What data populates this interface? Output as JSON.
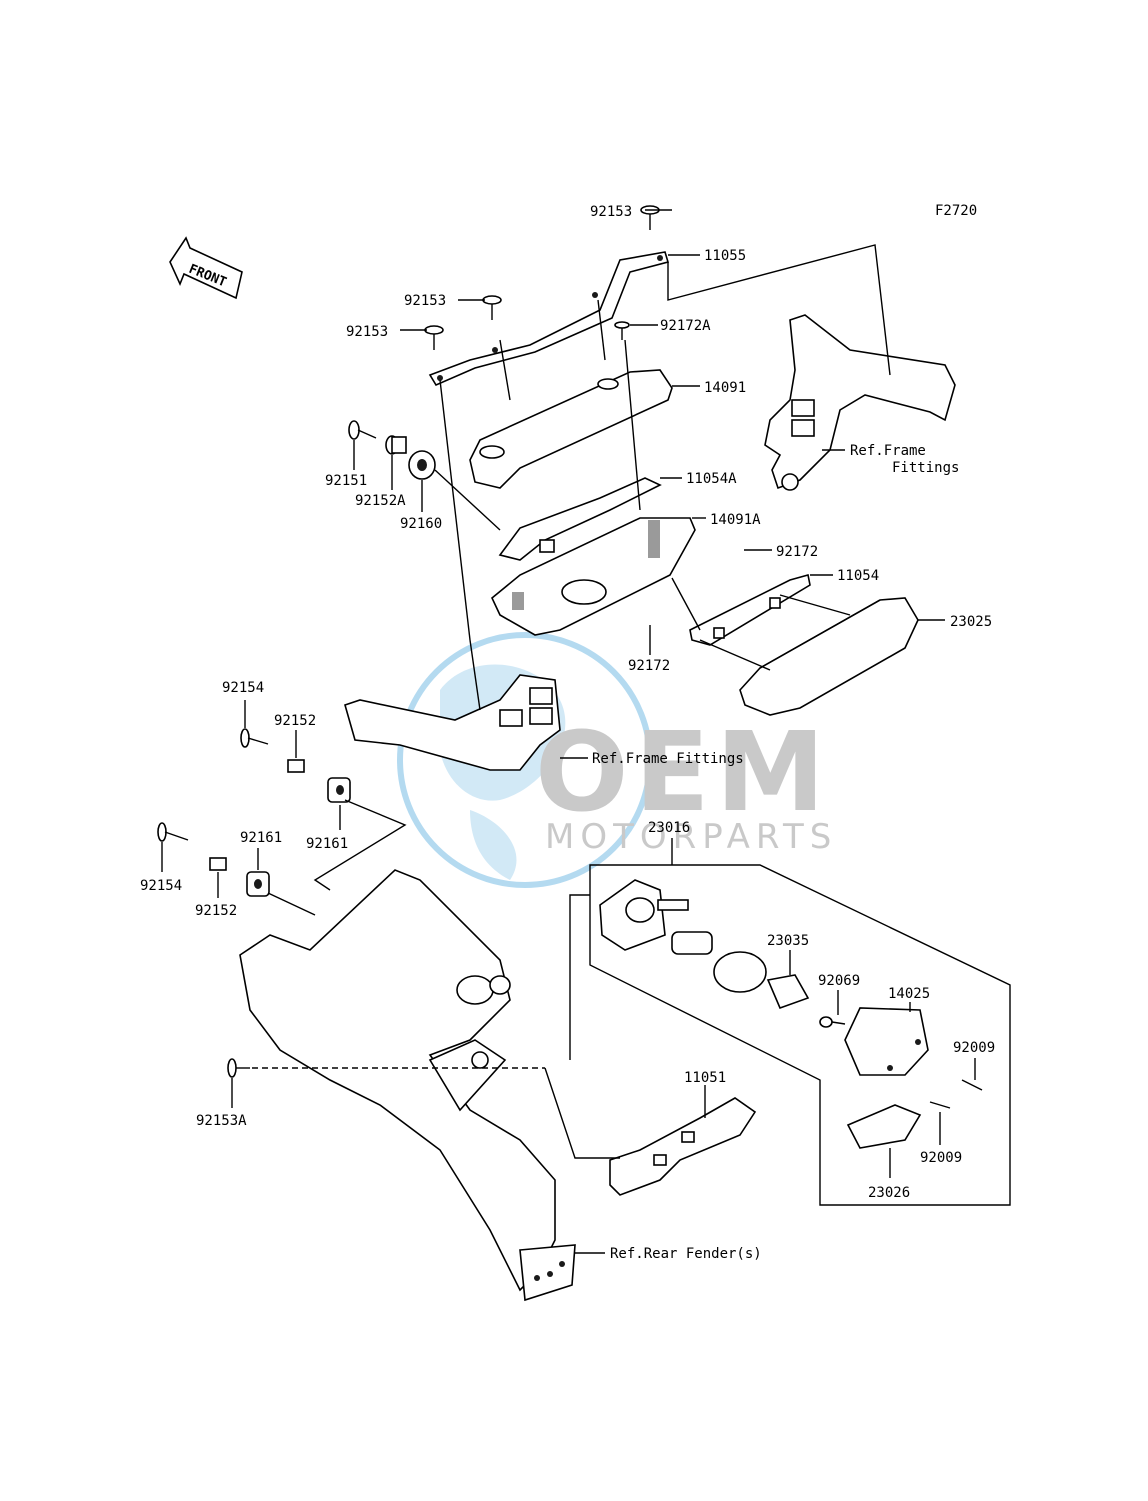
{
  "figure_code": "F2720",
  "front_label": "FRONT",
  "watermark": {
    "brand": "OEM",
    "sub": "MOTORPARTS",
    "color": "#5aaee0"
  },
  "labels": {
    "p92153_a": "92153",
    "p11055": "11055",
    "p92153_b": "92153",
    "p92153_c": "92153",
    "p92172A": "92172A",
    "p14091": "14091",
    "ref_frame_a": "Ref.Frame",
    "ref_frame_a2": "Fittings",
    "p92151": "92151",
    "p92152A": "92152A",
    "p92160": "92160",
    "p11054A": "11054A",
    "p14091A": "14091A",
    "p92172_a": "92172",
    "p11054": "11054",
    "p23025": "23025",
    "p92172_b": "92172",
    "p92154_a": "92154",
    "p92152_a": "92152",
    "ref_frame_b": "Ref.Frame Fittings",
    "p92161_a": "92161",
    "p92154_b": "92154",
    "p92161_b": "92161",
    "p92152_b": "92152",
    "p23016": "23016",
    "p23035": "23035",
    "p92069": "92069",
    "p14025": "14025",
    "p92009_a": "92009",
    "p92153A": "92153A",
    "p11051": "11051",
    "p92009_b": "92009",
    "p23026": "23026",
    "ref_rear_fender": "Ref.Rear Fender(s)"
  }
}
